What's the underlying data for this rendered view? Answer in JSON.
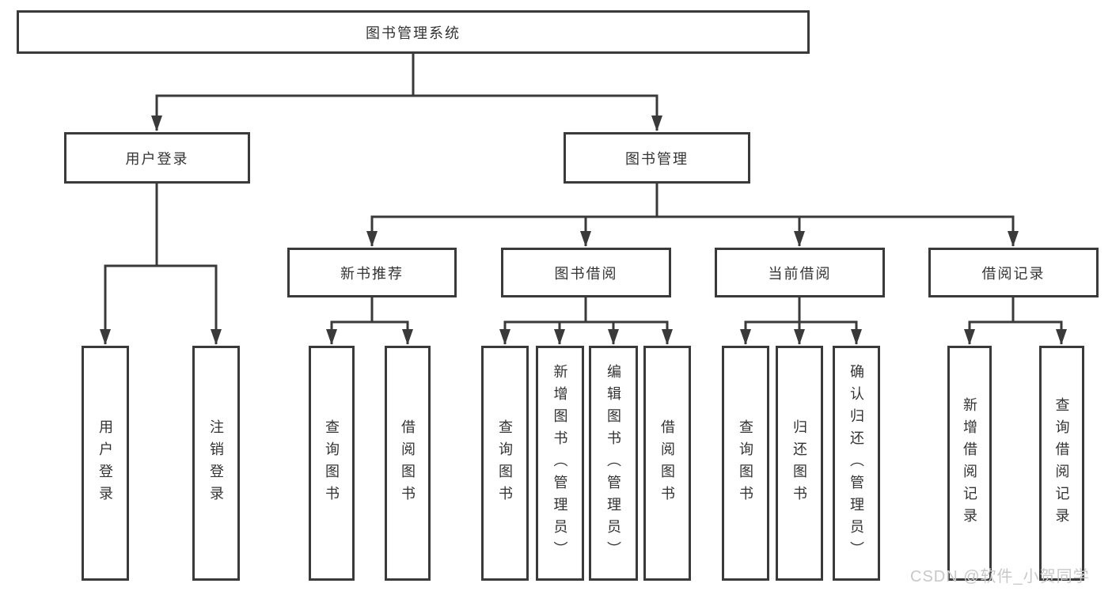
{
  "diagram": {
    "root": {
      "label": "图书管理系统"
    },
    "level2": [
      {
        "label": "用户登录"
      },
      {
        "label": "图书管理"
      }
    ],
    "level3": [
      {
        "label": "新书推荐"
      },
      {
        "label": "图书借阅"
      },
      {
        "label": "当前借阅"
      },
      {
        "label": "借阅记录"
      }
    ],
    "leaves": {
      "user_login": [
        "用户登录",
        "注销登录"
      ],
      "new_books": [
        "查询图书",
        "借阅图书"
      ],
      "book_borrowing": [
        "查询图书",
        "新增图书（管理员）",
        "编辑图书（管理员）",
        "借阅图书"
      ],
      "current_borrowing": [
        "查询图书",
        "归还图书",
        "确认归还（管理员）"
      ],
      "borrowing_records": [
        "新增借阅记录",
        "查询借阅记录"
      ]
    },
    "watermark": "CSDN @软件_小贺同学",
    "colors": {
      "border": "#3a3a3a",
      "text": "#333333",
      "watermark": "#c8c8c8",
      "background": "#ffffff"
    }
  }
}
